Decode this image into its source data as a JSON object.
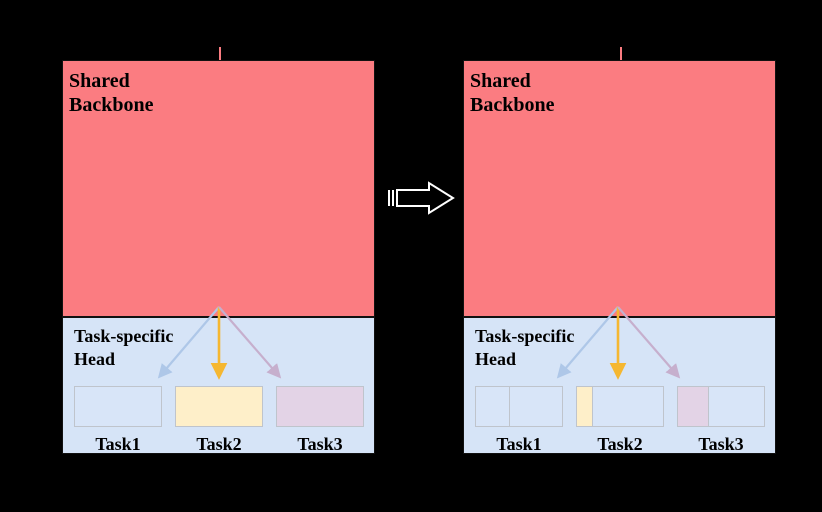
{
  "diagram": {
    "title_note": "multi-task model: shared backbone with task-specific heads",
    "background_color": "#000000",
    "colors": {
      "backbone": "#FB7C81",
      "head": "#D6E4F7",
      "task1_fill": "#D8E5F8",
      "task2_fill": "#FEEFC9",
      "task3_fill": "#E3D3E6",
      "arrow_task1": "#AEC7E8",
      "arrow_task2": "#F5B731",
      "arrow_task3": "#C6AFCD",
      "connector": "#FFFFFF"
    },
    "connector": {
      "icon": "block-right-arrow-icon"
    }
  },
  "panels": [
    {
      "id": "before",
      "backbone_label": "Shared\nBackbone",
      "head_label": "Task-specific\nHead",
      "tick": "backbone-input-tick",
      "tasks": [
        {
          "label": "Task1",
          "fill_color": "#D8E5F8",
          "fill_percent": 100,
          "arrow_color": "#AEC7E8"
        },
        {
          "label": "Task2",
          "fill_color": "#FEEFC9",
          "fill_percent": 100,
          "arrow_color": "#F5B731"
        },
        {
          "label": "Task3",
          "fill_color": "#E3D3E6",
          "fill_percent": 100,
          "arrow_color": "#C6AFCD"
        }
      ]
    },
    {
      "id": "after",
      "backbone_label": "Shared\nBackbone",
      "head_label": "Task-specific\nHead",
      "tick": "backbone-input-tick",
      "tasks": [
        {
          "label": "Task1",
          "fill_color": "#D8E5F8",
          "fill_percent": 38,
          "arrow_color": "#AEC7E8"
        },
        {
          "label": "Task2",
          "fill_color": "#FEEFC9",
          "fill_percent": 18,
          "arrow_color": "#F5B731"
        },
        {
          "label": "Task3",
          "fill_color": "#E3D3E6",
          "fill_percent": 35,
          "arrow_color": "#C6AFCD"
        }
      ]
    }
  ]
}
